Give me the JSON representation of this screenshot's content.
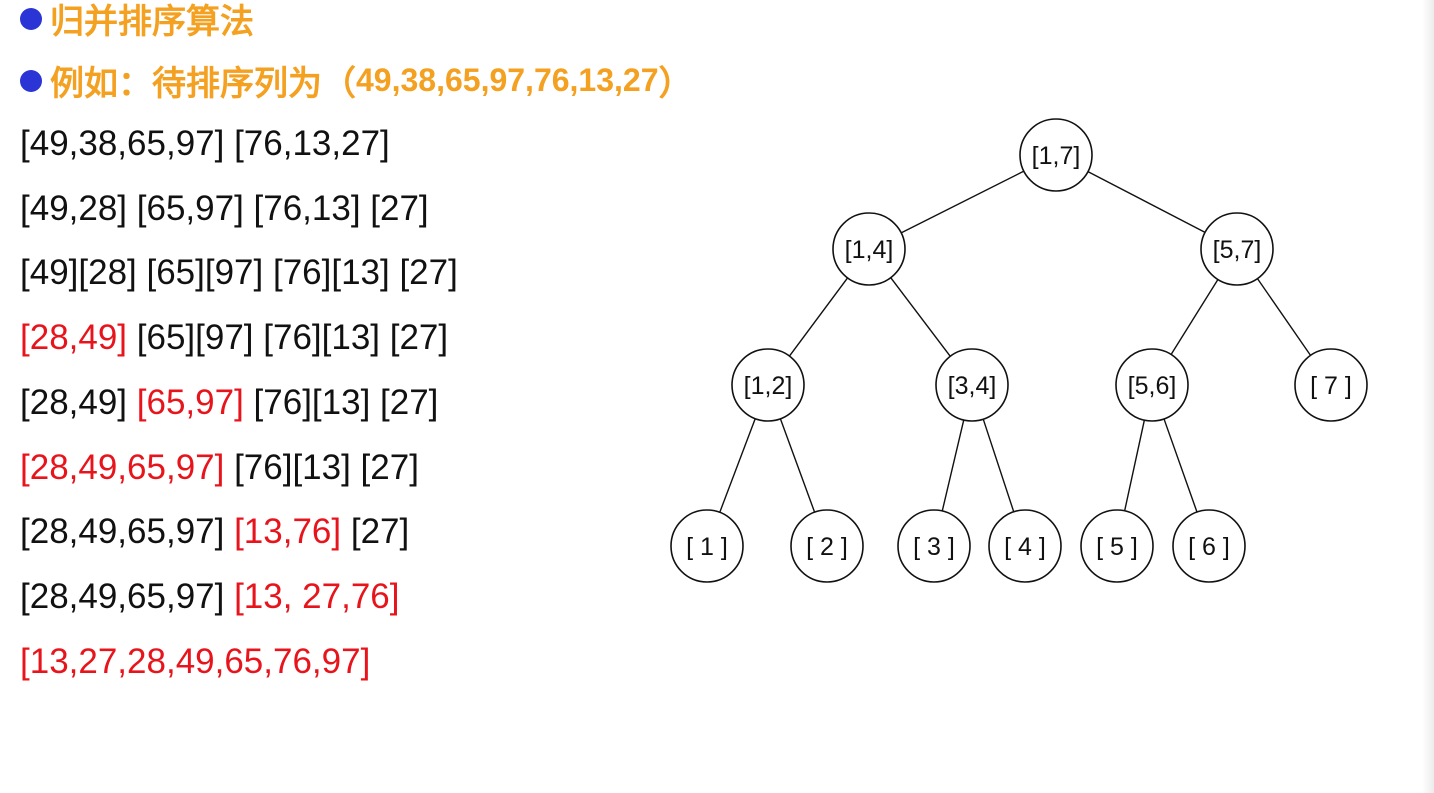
{
  "title": {
    "heading": "归并排序算法",
    "example_prefix": "例如：待排序列为（",
    "example_numbers": "49,38,65,97,76,13,27",
    "example_suffix": "）"
  },
  "colors": {
    "bullet": "#2b35d6",
    "title": "#f4a020",
    "highlight": "#e8141c",
    "text": "#111111"
  },
  "steps": [
    [
      {
        "text": "[49,38,65,97] [76,13,27]",
        "highlight": false
      }
    ],
    [
      {
        "text": "[49,28] [65,97] [76,13] [27]",
        "highlight": false
      }
    ],
    [
      {
        "text": "[49][28] [65][97] [76][13] [27]",
        "highlight": false
      }
    ],
    [
      {
        "text": "[28,49]",
        "highlight": true
      },
      {
        "text": " [65][97] [76][13] [27]",
        "highlight": false
      }
    ],
    [
      {
        "text": "[28,49] ",
        "highlight": false
      },
      {
        "text": "[65,97]",
        "highlight": true
      },
      {
        "text": " [76][13] [27]",
        "highlight": false
      }
    ],
    [
      {
        "text": "[28,49,65,97]",
        "highlight": true
      },
      {
        "text": " [76][13] [27]",
        "highlight": false
      }
    ],
    [
      {
        "text": "[28,49,65,97] ",
        "highlight": false
      },
      {
        "text": "[13,76]",
        "highlight": true
      },
      {
        "text": " [27]",
        "highlight": false
      }
    ],
    [
      {
        "text": "[28,49,65,97] ",
        "highlight": false
      },
      {
        "text": "[13, 27,76]",
        "highlight": true
      }
    ],
    [
      {
        "text": "[13,27,28,49,65,76,97]",
        "highlight": true
      }
    ]
  ],
  "tree": {
    "nodes": [
      {
        "id": "n17",
        "label": "[1,7]"
      },
      {
        "id": "n14",
        "label": "[1,4]"
      },
      {
        "id": "n57",
        "label": "[5,7]"
      },
      {
        "id": "n12",
        "label": "[1,2]"
      },
      {
        "id": "n34",
        "label": "[3,4]"
      },
      {
        "id": "n56",
        "label": "[5,6]"
      },
      {
        "id": "n7",
        "label": "[ 7 ]"
      },
      {
        "id": "n1",
        "label": "[ 1 ]"
      },
      {
        "id": "n2",
        "label": "[ 2 ]"
      },
      {
        "id": "n3",
        "label": "[ 3 ]"
      },
      {
        "id": "n4",
        "label": "[ 4 ]"
      },
      {
        "id": "n5",
        "label": "[ 5 ]"
      },
      {
        "id": "n6",
        "label": "[ 6 ]"
      }
    ],
    "edges": [
      [
        "n17",
        "n14"
      ],
      [
        "n17",
        "n57"
      ],
      [
        "n14",
        "n12"
      ],
      [
        "n14",
        "n34"
      ],
      [
        "n57",
        "n56"
      ],
      [
        "n57",
        "n7"
      ],
      [
        "n12",
        "n1"
      ],
      [
        "n12",
        "n2"
      ],
      [
        "n34",
        "n3"
      ],
      [
        "n34",
        "n4"
      ],
      [
        "n56",
        "n5"
      ],
      [
        "n56",
        "n6"
      ]
    ]
  }
}
